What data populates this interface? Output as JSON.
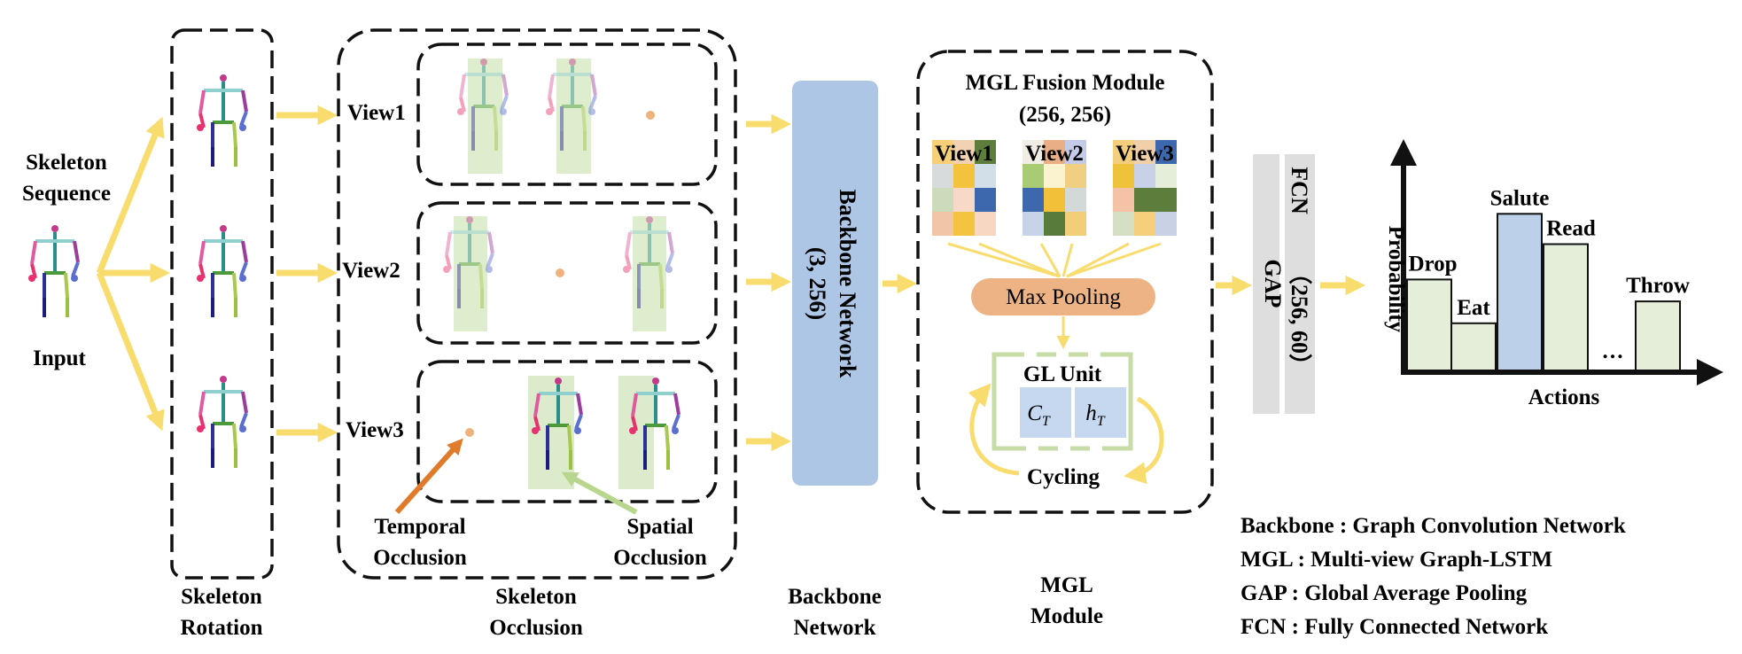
{
  "input": {
    "title_line1": "Skeleton",
    "title_line2": "Sequence",
    "label": "Input"
  },
  "rotation": {
    "caption_line1": "Skeleton",
    "caption_line2": "Rotation"
  },
  "occlusion": {
    "views": [
      "View1",
      "View2",
      "View3"
    ],
    "temporal_line1": "Temporal",
    "temporal_line2": "Occlusion",
    "spatial_line1": "Spatial",
    "spatial_line2": "Occlusion",
    "caption_line1": "Skeleton",
    "caption_line2": "Occlusion"
  },
  "backbone": {
    "box_line1": "Backbone Network",
    "box_line2": "(3, 256)",
    "caption_line1": "Backbone",
    "caption_line2": "Network"
  },
  "mgl": {
    "title": "MGL Fusion Module",
    "dims": "(256, 256)",
    "views": [
      "View1",
      "View2",
      "View3"
    ],
    "max_pooling": "Max Pooling",
    "gl_unit": "GL Unit",
    "c_t_base": "C",
    "c_t_sub": "T",
    "h_t_base": "h",
    "h_t_sub": "T",
    "cycling": "Cycling",
    "caption_line1": "MGL",
    "caption_line2": "Module",
    "grid_colors": [
      [
        "#f6cf77",
        "#f0ede4",
        "#f2ce7d"
      ],
      [
        "#f3d2b4",
        "#e9ae86",
        "#f1cfa9"
      ],
      [
        "#5d7d3c",
        "#c3cbe8",
        "#3d68ae"
      ],
      [
        "#d8dbdc",
        "#a9cb73",
        "#efc23c"
      ],
      [
        "#f3c33e",
        "#fbf2cf",
        "#c8d1e8"
      ],
      [
        "#d3dfe8",
        "#f0cf83",
        "#e4eed9"
      ],
      [
        "#ccdcba",
        "#3d68ae",
        "#f4c2a4"
      ],
      [
        "#f8d8c7",
        "#f2c039",
        "#5d7d3c"
      ],
      [
        "#3d68ae",
        "#d3d8d9",
        "#5d7d3c"
      ],
      [
        "#f0c6a7",
        "#c7d3e9",
        "#d4dfc4"
      ],
      [
        "#f4c33f",
        "#587a3b",
        "#f6cf7d"
      ],
      [
        "#f7d7c1",
        "#f2ce79",
        "#c8d1e6"
      ]
    ]
  },
  "head": {
    "gap": "GAP",
    "fcn": "FCN",
    "fcn_dims": "（256, 60）"
  },
  "output": {
    "ylabel": "Probability",
    "xlabel": "Actions",
    "bars": [
      {
        "label": "Drop",
        "value": 0.54,
        "highlight": false
      },
      {
        "label": "Eat",
        "value": 0.28,
        "highlight": false
      },
      {
        "label": "Salute",
        "value": 0.93,
        "highlight": true
      },
      {
        "label": "Read",
        "value": 0.75,
        "highlight": false
      },
      {
        "label": "…",
        "value": 0,
        "highlight": false
      },
      {
        "label": "Throw",
        "value": 0.41,
        "highlight": false
      }
    ]
  },
  "legend": [
    "Backbone : Graph Convolution Network",
    "MGL : Multi-view Graph-LSTM",
    "GAP : Global Average Pooling",
    "FCN : Fully Connected Network"
  ],
  "colors": {
    "arrow": "#f8dc6e",
    "backbone_fill": "#aec6e6",
    "pool_fill": "#eeb384",
    "occlusion_fill": "#d6e8c2",
    "bar_fill": "#e4eed9",
    "bar_highlight": "#bcd0ea",
    "gl_border": "#c7dca7",
    "gl_cell": "#c6d7f0",
    "head_fill": "#dedede",
    "temporal_arrow": "#e07b2c",
    "spatial_arrow": "#b8d68d"
  }
}
